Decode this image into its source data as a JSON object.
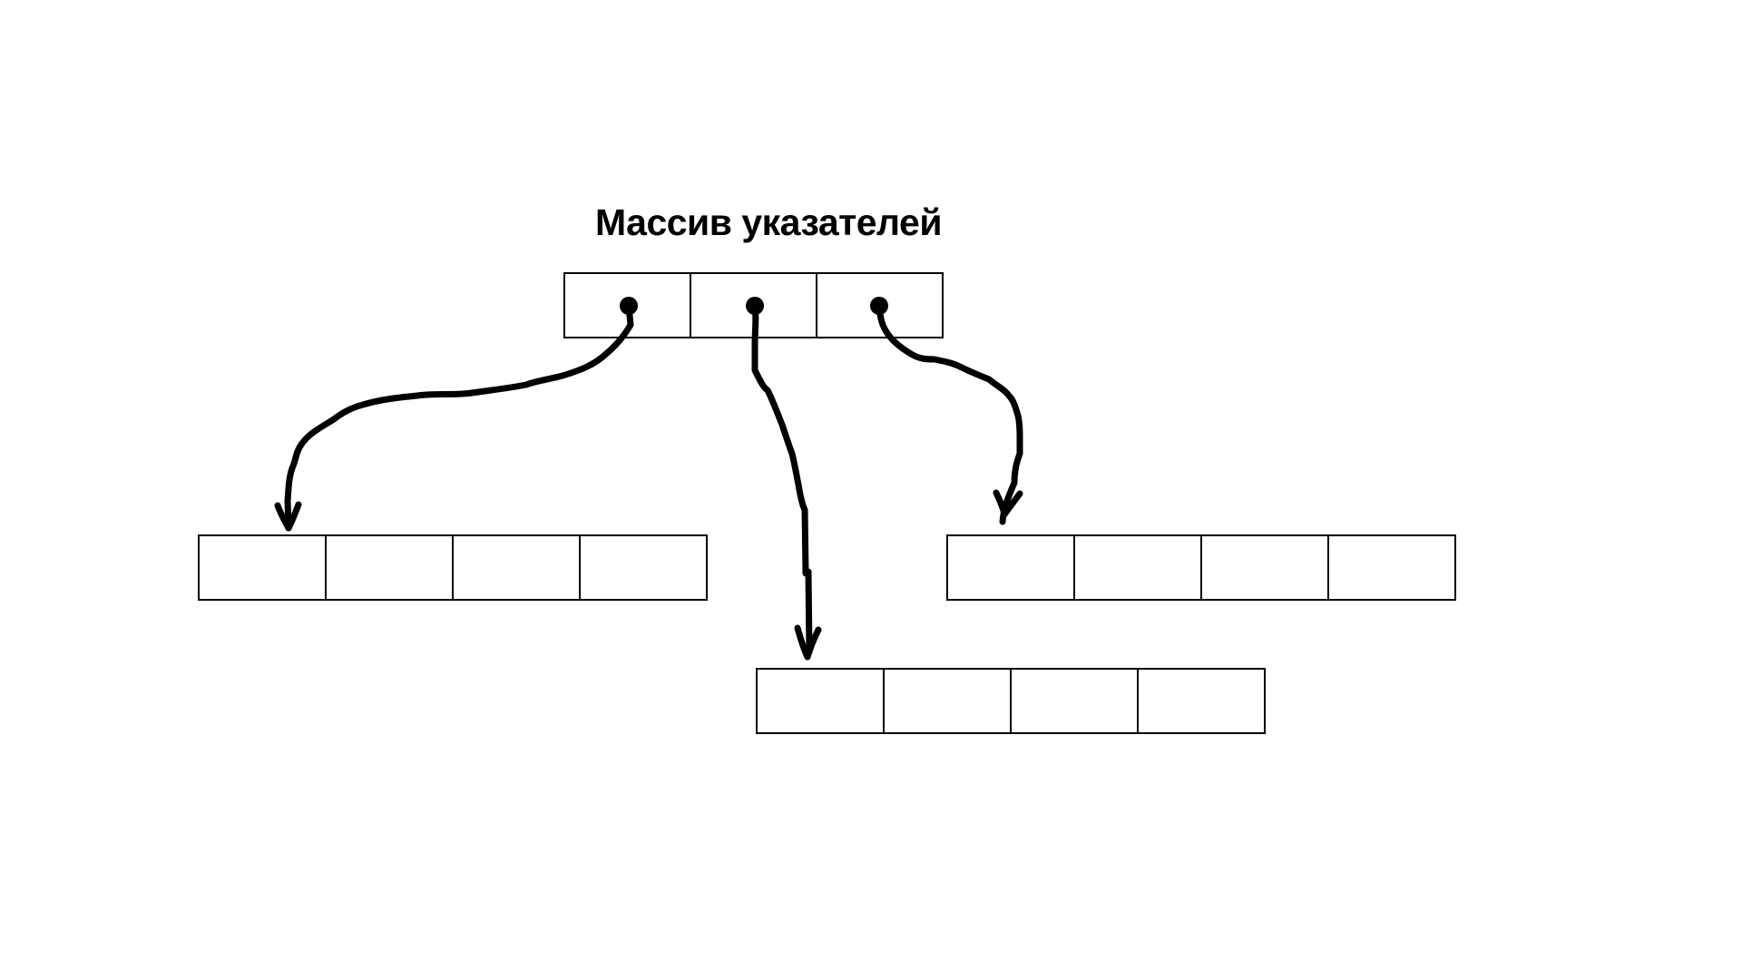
{
  "title": "Массив указателей",
  "colors": {
    "background": "#ffffff",
    "ink": "#000000"
  },
  "pointer_array": {
    "cells": 3,
    "pointers": [
      {
        "from_cell": 0,
        "to_array": "left"
      },
      {
        "from_cell": 1,
        "to_array": "middle"
      },
      {
        "from_cell": 2,
        "to_array": "right"
      }
    ]
  },
  "target_arrays": [
    {
      "id": "left",
      "cells": 4
    },
    {
      "id": "middle",
      "cells": 4
    },
    {
      "id": "right",
      "cells": 4
    }
  ]
}
